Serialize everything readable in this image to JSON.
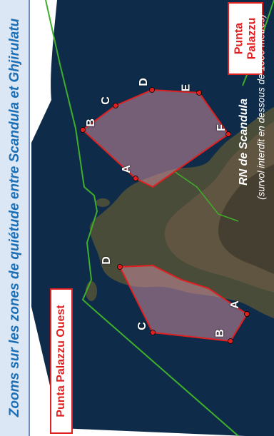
{
  "title": "Zooms sur les zones de quiétude entre Scandula et Ghjirulatu",
  "labels": {
    "punta_palazzu": "Punta Palazzu",
    "punta_palazzu_ouest": "Punta Palazzu Ouest"
  },
  "reserve": {
    "name": "RN de Scandula",
    "note": "(survol interdit en dessous de 1000 mètres)"
  },
  "zone_north_points": [
    "A",
    "B",
    "C",
    "D",
    "E",
    "F"
  ],
  "zone_south_points": [
    "A",
    "B",
    "C",
    "D"
  ],
  "colors": {
    "sea": "#0e2c4a",
    "zone_outline": "#e02020",
    "zone_fill": "#c98a9a",
    "boundary": "#3fae2a",
    "title": "#1c6fb4"
  }
}
